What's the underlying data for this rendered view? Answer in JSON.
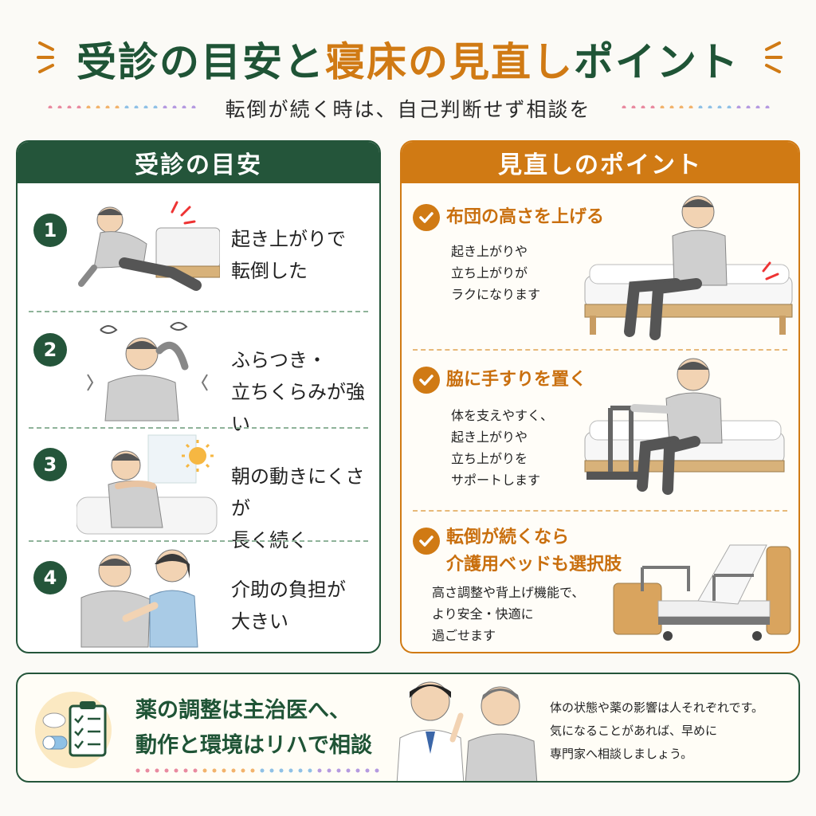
{
  "header": {
    "title_part1": "受診の目安と",
    "title_part2": "寝床の見直し",
    "title_part3": "ポイント",
    "subtitle": "転倒が続く時は、自己判断せず相談を"
  },
  "left_panel": {
    "heading": "受診の目安",
    "items": [
      {
        "number": "1",
        "line1": "起き上がりで",
        "line2": "転倒した"
      },
      {
        "number": "2",
        "line1": "ふらつき・",
        "line2": "立ちくらみが強い"
      },
      {
        "number": "3",
        "line1": "朝の動きにくさが",
        "line2": "長く続く"
      },
      {
        "number": "4",
        "line1": "介助の負担が",
        "line2": "大きい"
      }
    ]
  },
  "right_panel": {
    "heading": "見直しのポイント",
    "points": [
      {
        "title1": "布団の高さを上げる",
        "title2": "",
        "desc": [
          "起き上がりや",
          "立ち上がりが",
          "ラクになります"
        ]
      },
      {
        "title1": "脇に手すりを置く",
        "title2": "",
        "desc": [
          "体を支えやすく、",
          "起き上がりや",
          "立ち上がりを",
          "サポートします"
        ]
      },
      {
        "title1": "転倒が続くなら",
        "title2": "介護用ベッドも選択肢",
        "desc": [
          "高さ調整や背上げ機能で、",
          "より安全・快適に",
          "過ごせます"
        ]
      }
    ]
  },
  "bottom": {
    "main_line1": "薬の調整は主治医へ、",
    "main_line2": "動作と環境はリハで相談",
    "note": [
      "体の状態や薬の影響は人それぞれです。",
      "気になることがあれば、早めに",
      "専門家へ相談しましょう。"
    ]
  },
  "colors": {
    "green": "#24553a",
    "orange": "#d07a14",
    "cream": "#fbe9c2"
  },
  "icons": [
    "check-icon",
    "pill-icon",
    "clipboard-icon",
    "sun-icon",
    "sparkle-icon"
  ]
}
